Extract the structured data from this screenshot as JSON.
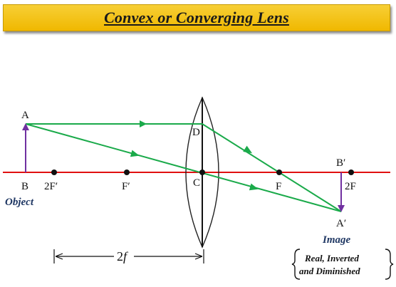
{
  "title": "Convex or Converging Lens",
  "points": {
    "A": "A",
    "B": "B",
    "two_f_prime": "2F′",
    "f_prime": "F′",
    "C": "C",
    "D": "D",
    "F": "F",
    "B_prime": "B′",
    "two_f": "2F",
    "A_prime": "A′"
  },
  "object_label": "Object",
  "image_label": "Image",
  "image_description": [
    "Real, Inverted",
    "and Diminished"
  ],
  "dimension": {
    "label_prefix": "2",
    "label_var": "f"
  },
  "colors": {
    "banner": "#f5c518",
    "axis": "#e01010",
    "rays": "#1aaa4a",
    "arrows": "#7030a0",
    "text_blue": "#1f3763"
  }
}
